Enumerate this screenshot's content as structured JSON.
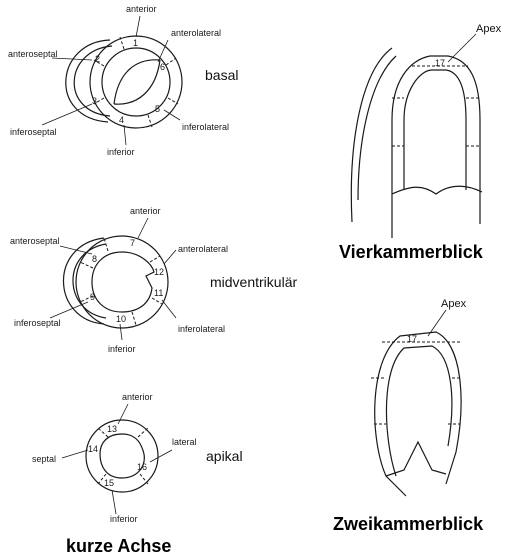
{
  "basal": {
    "level_label": "basal",
    "labels": {
      "anterior": "anterior",
      "anterolateral": "anterolateral",
      "anteroseptal": "anteroseptal",
      "inferoseptal": "inferoseptal",
      "inferior": "inferior",
      "inferolateral": "inferolateral"
    },
    "segments": [
      "1",
      "2",
      "3",
      "4",
      "5",
      "6"
    ]
  },
  "mid": {
    "level_label": "midventrikulär",
    "labels": {
      "anterior": "anterior",
      "anterolateral": "anterolateral",
      "anteroseptal": "anteroseptal",
      "inferoseptal": "inferoseptal",
      "inferior": "inferior",
      "inferolateral": "inferolateral"
    },
    "segments": [
      "7",
      "8",
      "9",
      "10",
      "11",
      "12"
    ]
  },
  "apical": {
    "level_label": "apikal",
    "labels": {
      "anterior": "anterior",
      "septal": "septal",
      "lateral": "lateral",
      "inferior": "inferior"
    },
    "segments": [
      "13",
      "14",
      "15",
      "16"
    ]
  },
  "four_chamber": {
    "apex_label": "Apex",
    "segment": "17",
    "title": "Vierkammerblick"
  },
  "two_chamber": {
    "apex_label": "Apex",
    "segment": "17",
    "title": "Zweikammerblick"
  },
  "short_axis_title": "kurze Achse"
}
